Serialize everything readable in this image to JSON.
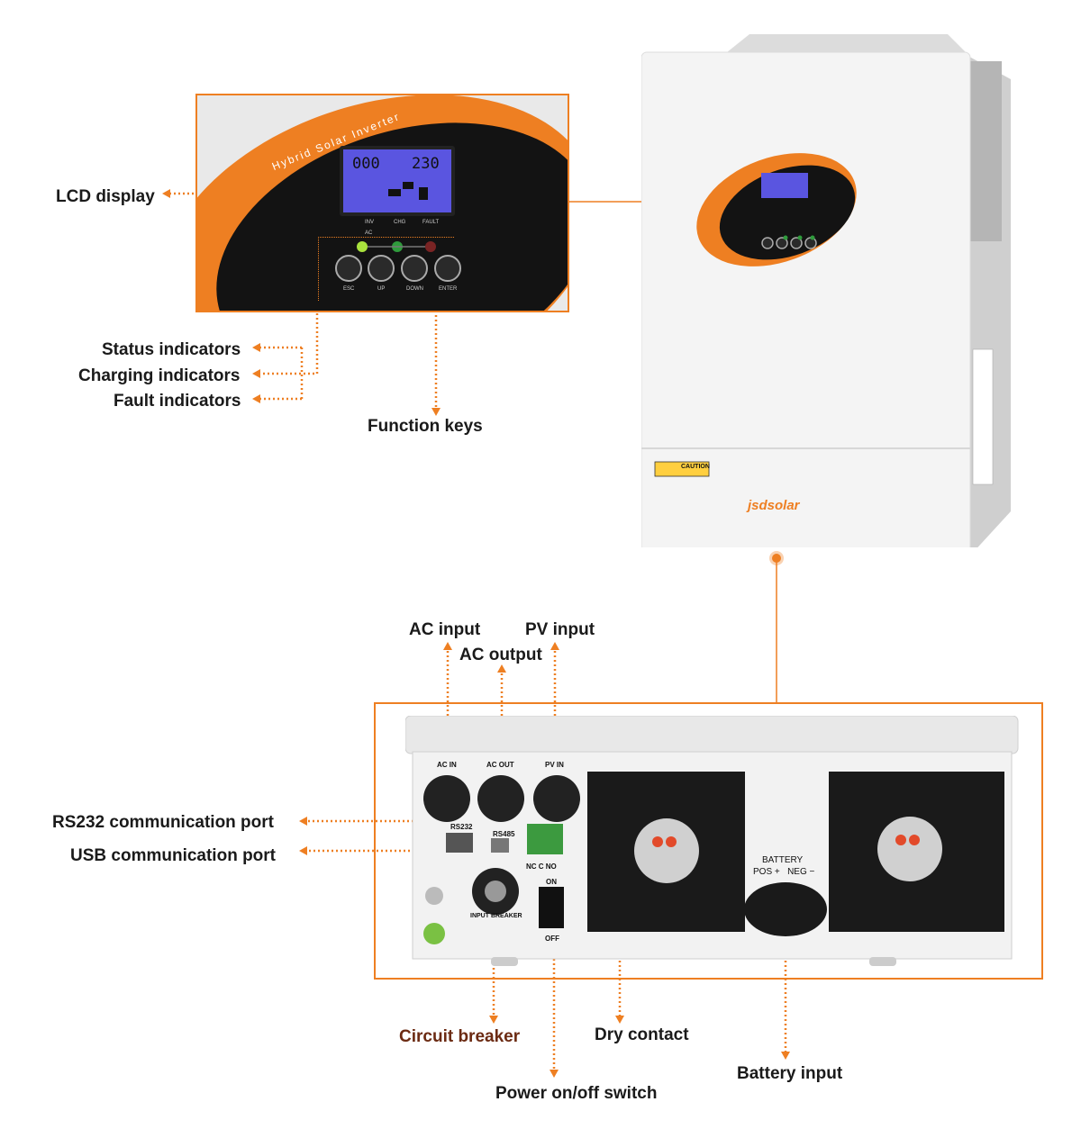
{
  "labels": {
    "lcd_display": "LCD display",
    "status_indicators": "Status indicators",
    "charging_indicators": "Charging indicators",
    "fault_indicators": "Fault indicators",
    "function_keys": "Function keys",
    "ac_input": "AC input",
    "pv_input": "PV input",
    "ac_output": "AC output",
    "rs232_port": "RS232 communication port",
    "usb_port": "USB communication port",
    "circuit_breaker": "Circuit breaker",
    "dry_contact": "Dry contact",
    "power_switch": "Power on/off switch",
    "battery_input": "Battery input"
  },
  "front_panel": {
    "arc_text": "Hybrid Solar Inverter",
    "lcd_left": "000",
    "lcd_right": "230",
    "ind_inv": "INV",
    "ind_chg": "CHG",
    "ind_fault": "FAULT",
    "ind_ac": "AC",
    "key_esc": "ESC",
    "key_up": "UP",
    "key_down": "DOWN",
    "key_enter": "ENTER"
  },
  "device": {
    "brand": "jsdsolar",
    "caution": "CAUTION"
  },
  "bottom_panel": {
    "ac_in": "AC IN",
    "ac_out": "AC OUT",
    "pv_in": "PV IN",
    "rs232": "RS232",
    "rs485": "RS485",
    "dry_nc_c_no": "NC C NO",
    "on": "ON",
    "off": "OFF",
    "input_breaker": "INPUT BREAKER",
    "battery": "BATTERY",
    "pos_neg": "POS +   NEG −"
  },
  "colors": {
    "accent": "#ee7f22",
    "panel_black": "#131313",
    "lcd_blue": "#5a55e0",
    "casing": "#f4f4f4"
  }
}
